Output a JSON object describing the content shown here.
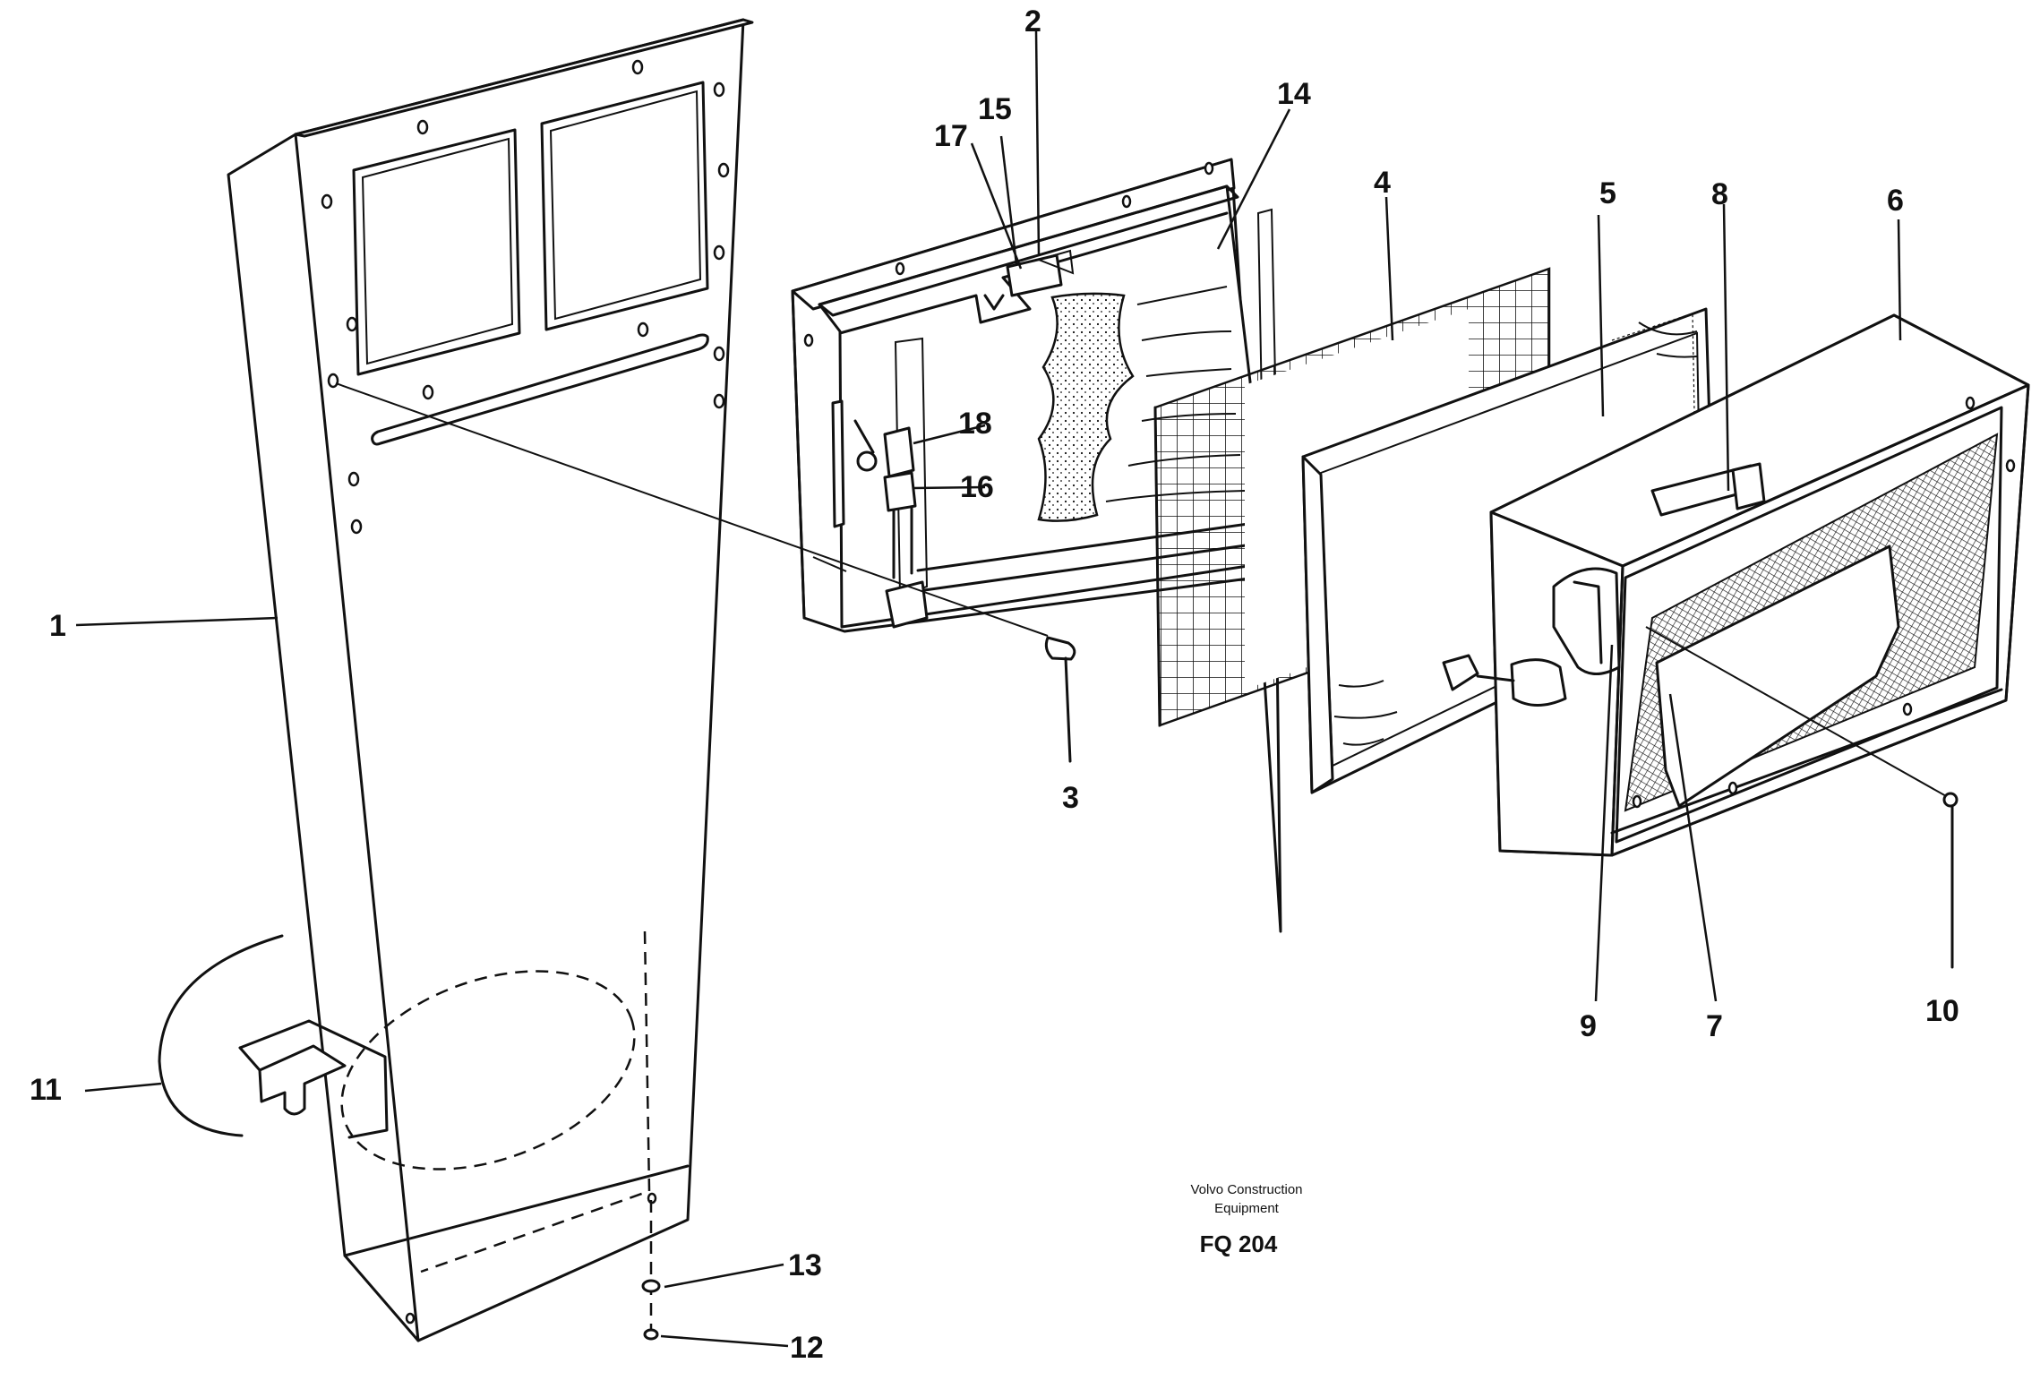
{
  "callouts": {
    "c1": "1",
    "c2": "2",
    "c3": "3",
    "c4": "4",
    "c5": "5",
    "c6": "6",
    "c7": "7",
    "c8": "8",
    "c9": "9",
    "c10": "10",
    "c11": "11",
    "c12": "12",
    "c13": "13",
    "c14": "14",
    "c15": "15",
    "c16": "16",
    "c17": "17",
    "c18": "18"
  },
  "footer": {
    "brand_line1": "Volvo Construction",
    "brand_line2": "Equipment",
    "drawing_code": "FQ 204"
  }
}
